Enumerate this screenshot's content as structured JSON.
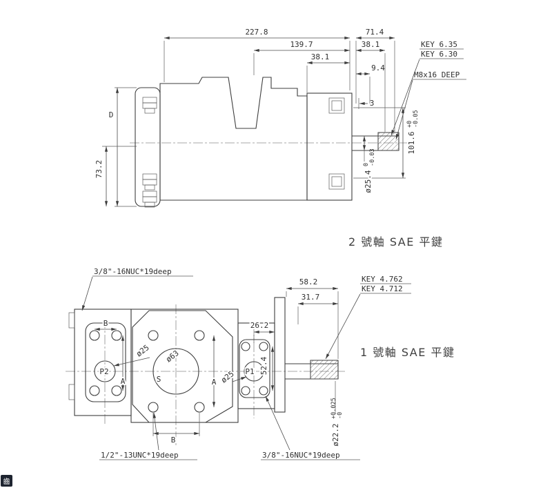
{
  "top_view": {
    "caption": "2 號軸 SAE 平鍵",
    "dim_227_8": "227.8",
    "dim_139_7": "139.7",
    "dim_38_1_a": "38.1",
    "dim_71_4": "71.4",
    "dim_38_1_b": "38.1",
    "dim_9_4": "9.4",
    "dim_3": "3",
    "label_D": "D",
    "dim_73_2": "73.2",
    "key_spec_1": "KEY 6.35",
    "key_spec_2": "KEY 6.30",
    "thread_spec": "M8x16 DEEP",
    "dim_101_6": "101.6",
    "dim_101_6_tol_hi": "+0",
    "dim_101_6_tol_lo": "-0.05",
    "dim_25_4": "ø25.4",
    "dim_25_4_tol_hi": "0",
    "dim_25_4_tol_lo": "-0.03"
  },
  "bottom_view": {
    "caption": "1 號軸 SAE 平鍵",
    "thread_spec_top": "3/8\"-16NUC*19deep",
    "thread_spec_bottom_left": "1/2\"-13UNC*19deep",
    "thread_spec_bottom_right": "3/8\"-16NUC*19deep",
    "dim_58_2": "58.2",
    "dim_31_7": "31.7",
    "key_spec_1": "KEY 4.762",
    "key_spec_2": "KEY 4.712",
    "dim_26_2": "26.2",
    "dim_52_4": "52.4",
    "dim_63": "ø63",
    "dim_25_left": "ø25",
    "dim_25_right": "ø25",
    "label_A_left": "A",
    "label_A_right": "A",
    "label_B_top": "B",
    "label_B_bottom": "B",
    "label_S": "S",
    "label_P1": "P1",
    "label_P2": "P2",
    "dim_22_2": "ø22.2",
    "dim_22_2_tol_hi": "+0.025",
    "dim_22_2_tol_lo": "-0"
  },
  "watermark": {
    "glyph": "齒"
  }
}
